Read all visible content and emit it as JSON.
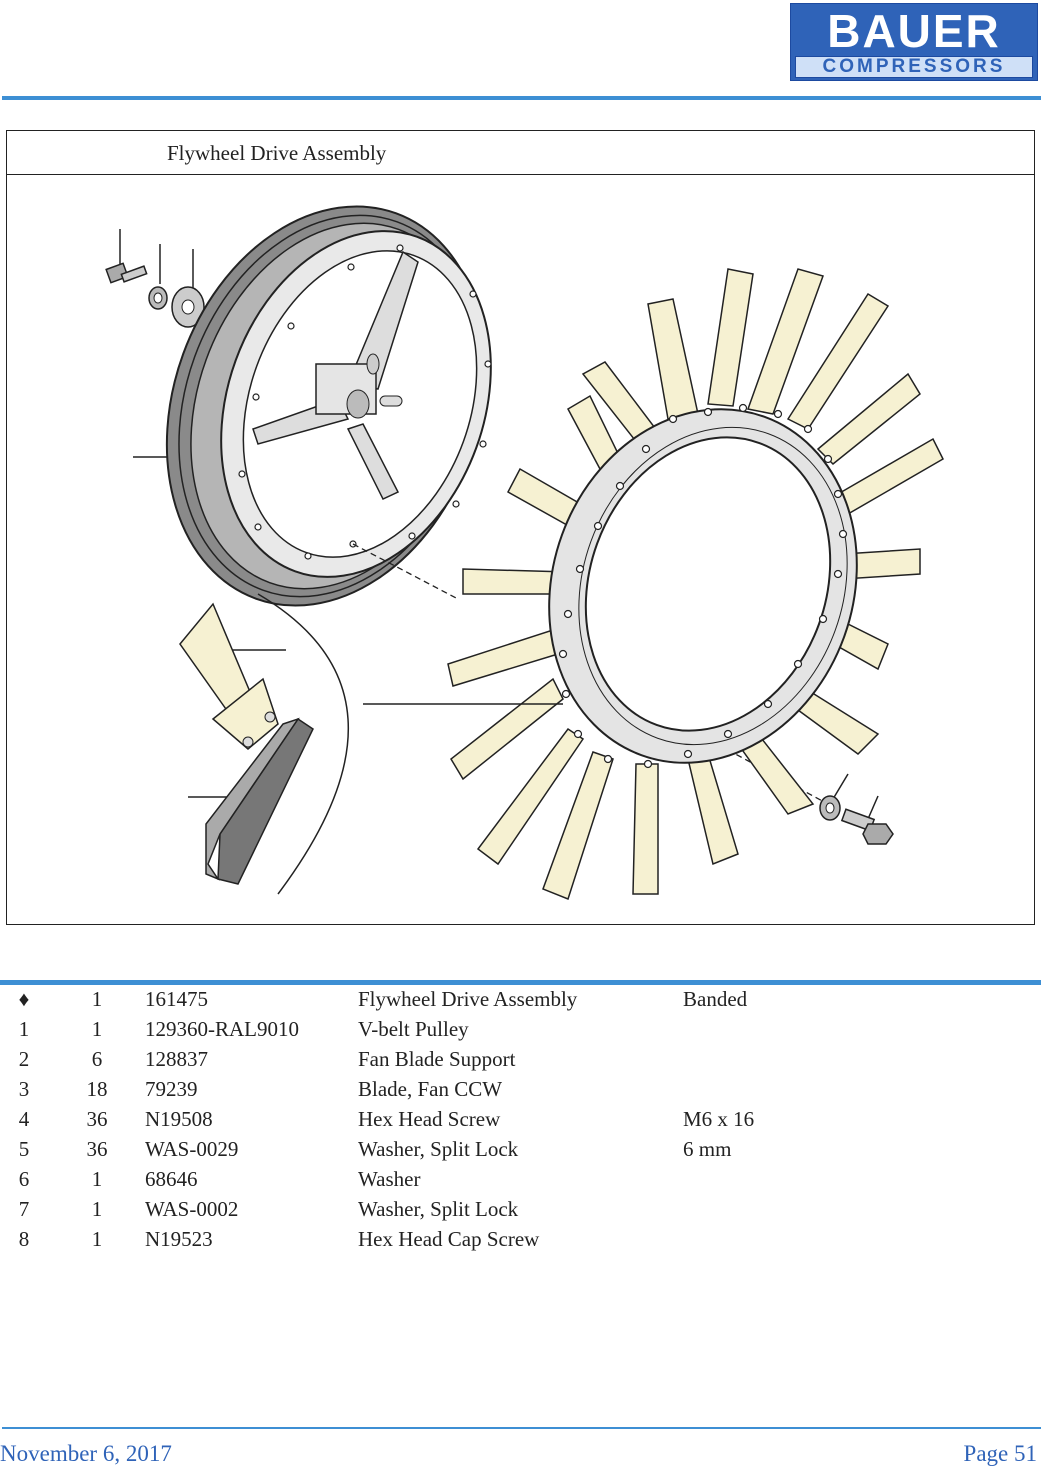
{
  "logo": {
    "line1": "BAUER",
    "line2": "COMPRESSORS"
  },
  "figure": {
    "title": "Flywheel Drive Assembly"
  },
  "parts": [
    {
      "item": "♦",
      "qty": "1",
      "part": "161475",
      "desc": "Flywheel Drive Assembly",
      "note": "Banded"
    },
    {
      "item": "1",
      "qty": "1",
      "part": "129360-RAL9010",
      "desc": "V-belt Pulley",
      "note": ""
    },
    {
      "item": "2",
      "qty": "6",
      "part": "128837",
      "desc": "Fan Blade Support",
      "note": ""
    },
    {
      "item": "3",
      "qty": "18",
      "part": "79239",
      "desc": "Blade, Fan CCW",
      "note": ""
    },
    {
      "item": "4",
      "qty": "36",
      "part": "N19508",
      "desc": "Hex Head Screw",
      "note": "M6 x 16"
    },
    {
      "item": "5",
      "qty": "36",
      "part": "WAS-0029",
      "desc": "Washer, Split Lock",
      "note": "6 mm"
    },
    {
      "item": "6",
      "qty": "1",
      "part": "68646",
      "desc": "Washer",
      "note": ""
    },
    {
      "item": "7",
      "qty": "1",
      "part": "WAS-0002",
      "desc": "Washer, Split Lock",
      "note": ""
    },
    {
      "item": "8",
      "qty": "1",
      "part": "N19523",
      "desc": "Hex Head Cap Screw",
      "note": ""
    }
  ],
  "footer": {
    "date": "November 6, 2017",
    "page": "Page 51"
  },
  "colors": {
    "accent": "#3d8fd4",
    "logo_blue": "#2f63b8",
    "blade": "#f6f1d2"
  }
}
